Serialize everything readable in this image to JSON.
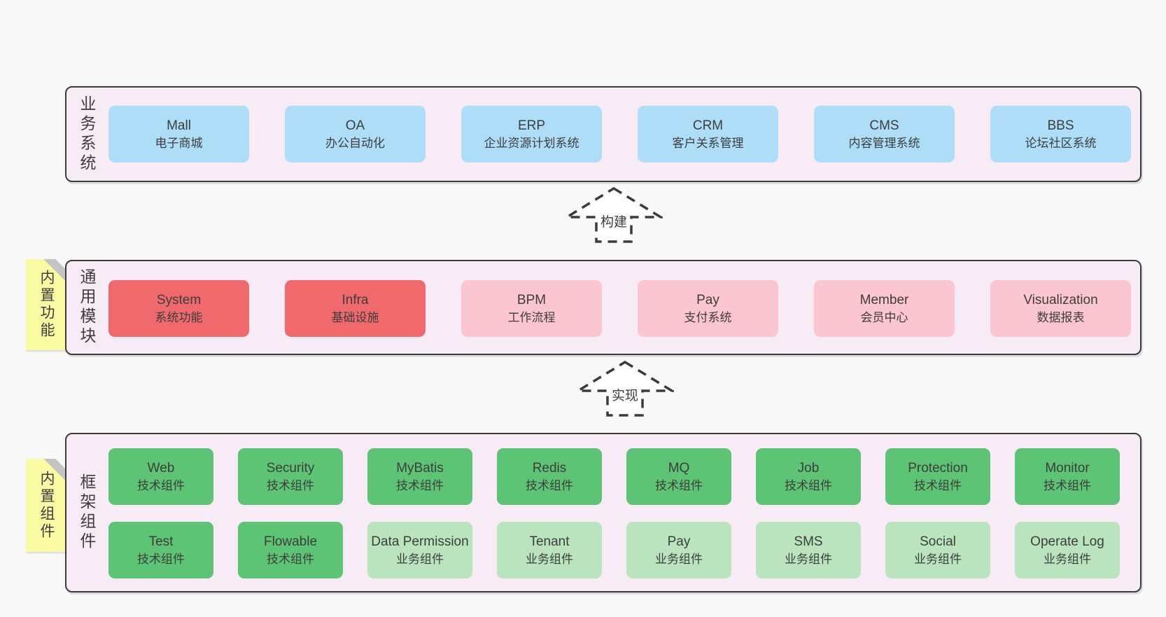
{
  "colors": {
    "page_bg": "#f8f8f8",
    "panel_bg": "#f7ecf5",
    "panel_border": "#3b3b3b",
    "blue": "#aeddf8",
    "red": "#f06a6d",
    "pink": "#fbc6cf",
    "green": "#5ec475",
    "green_light": "#bae4bd",
    "sticky_bg": "#fafaa3",
    "sticky_fold": "#c4c4c4",
    "text": "#3d3d3d",
    "arrow_line": "#3b3b3b",
    "arrow_fill": "#ffffff"
  },
  "sections": {
    "business": {
      "label": "业务系统",
      "boxes": [
        {
          "name": "Mall",
          "sub": "电子商城"
        },
        {
          "name": "OA",
          "sub": "办公自动化"
        },
        {
          "name": "ERP",
          "sub": "企业资源计划系统"
        },
        {
          "name": "CRM",
          "sub": "客户关系管理"
        },
        {
          "name": "CMS",
          "sub": "内容管理系统"
        },
        {
          "name": "BBS",
          "sub": "论坛社区系统"
        }
      ]
    },
    "modules": {
      "label": "通用模块",
      "sticky": "内置功能",
      "boxes": [
        {
          "name": "System",
          "sub": "系统功能"
        },
        {
          "name": "Infra",
          "sub": "基础设施"
        },
        {
          "name": "BPM",
          "sub": "工作流程"
        },
        {
          "name": "Pay",
          "sub": "支付系统"
        },
        {
          "name": "Member",
          "sub": "会员中心"
        },
        {
          "name": "Visualization",
          "sub": "数据报表"
        }
      ]
    },
    "components": {
      "label": "框架组件",
      "sticky": "内置组件",
      "row1": [
        {
          "name": "Web",
          "sub": "技术组件"
        },
        {
          "name": "Security",
          "sub": "技术组件"
        },
        {
          "name": "MyBatis",
          "sub": "技术组件"
        },
        {
          "name": "Redis",
          "sub": "技术组件"
        },
        {
          "name": "MQ",
          "sub": "技术组件"
        },
        {
          "name": "Job",
          "sub": "技术组件"
        },
        {
          "name": "Protection",
          "sub": "技术组件"
        },
        {
          "name": "Monitor",
          "sub": "技术组件"
        }
      ],
      "row2": [
        {
          "name": "Test",
          "sub": "技术组件"
        },
        {
          "name": "Flowable",
          "sub": "技术组件"
        },
        {
          "name": "Data Permission",
          "sub": "业务组件"
        },
        {
          "name": "Tenant",
          "sub": "业务组件"
        },
        {
          "name": "Pay",
          "sub": "业务组件"
        },
        {
          "name": "SMS",
          "sub": "业务组件"
        },
        {
          "name": "Social",
          "sub": "业务组件"
        },
        {
          "name": "Operate Log",
          "sub": "业务组件"
        }
      ]
    }
  },
  "arrows": {
    "build": "构建",
    "implement": "实现"
  }
}
